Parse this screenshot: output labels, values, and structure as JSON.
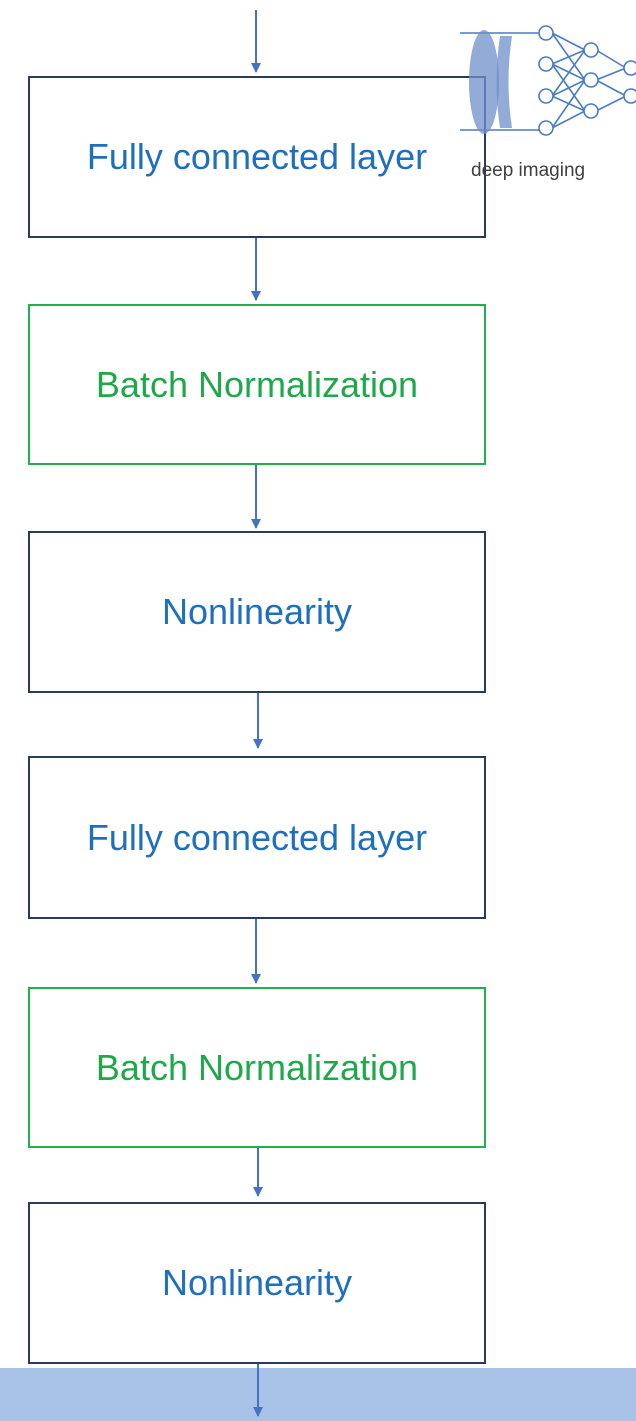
{
  "blocks": [
    {
      "label": "Fully connected layer",
      "kind": "layer"
    },
    {
      "label": "Batch Normalization",
      "kind": "normalization"
    },
    {
      "label": "Nonlinearity",
      "kind": "activation"
    },
    {
      "label": "Fully connected layer",
      "kind": "layer"
    },
    {
      "label": "Batch Normalization",
      "kind": "normalization"
    },
    {
      "label": "Nonlinearity",
      "kind": "activation"
    }
  ],
  "logo": {
    "caption": "deep imaging"
  },
  "colors": {
    "layer_border": "#2a3a5c",
    "layer_text": "#1f6fbf",
    "norm_border": "#22b04a",
    "norm_text": "#1fa84a",
    "arrow": "#4472c4",
    "bottom_bar": "#a9c3e8"
  }
}
